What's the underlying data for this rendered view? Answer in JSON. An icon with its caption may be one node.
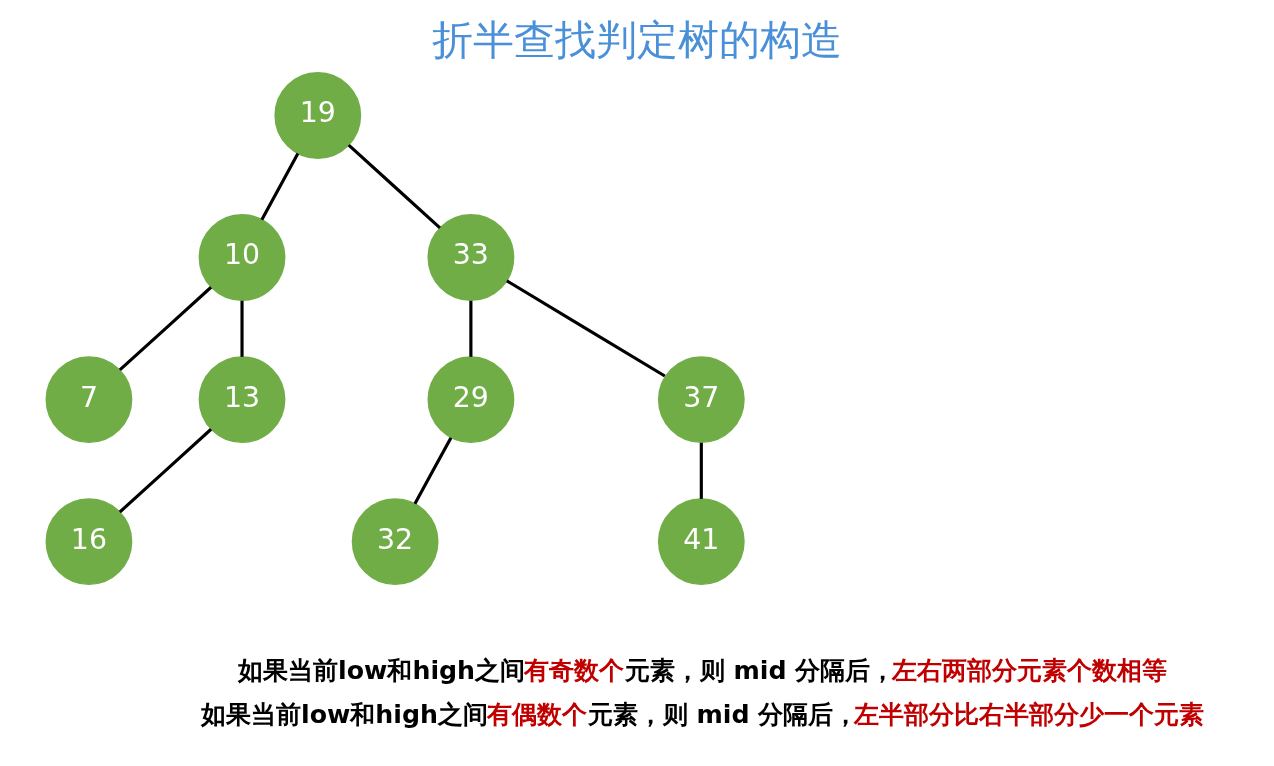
{
  "diagram": {
    "title": "折半查找判定树的构造",
    "nodes": [
      {
        "text": [
          "19"
        ]
      },
      {
        "text": [
          "10"
        ]
      },
      {
        "text": [
          "33"
        ]
      },
      {
        "text": [
          "7"
        ]
      },
      {
        "text": [
          "13"
        ]
      },
      {
        "text": [
          "29"
        ]
      },
      {
        "text": [
          "37"
        ]
      },
      {
        "text": [
          "16"
        ]
      },
      {
        "text": [
          "32"
        ]
      },
      {
        "text": [
          "41"
        ]
      }
    ],
    "edges": [
      {
        "from": 0,
        "to": 1,
        "arrow": "none"
      },
      {
        "from": 0,
        "to": 2,
        "arrow": "none"
      },
      {
        "from": 1,
        "to": 3,
        "arrow": "none"
      },
      {
        "from": 1,
        "to": 4,
        "arrow": "none"
      },
      {
        "from": 2,
        "to": 5,
        "arrow": "none"
      },
      {
        "from": 2,
        "to": 6,
        "arrow": "none"
      },
      {
        "from": 4,
        "to": 7,
        "arrow": "none"
      },
      {
        "from": 5,
        "to": 8,
        "arrow": "none"
      },
      {
        "from": 6,
        "to": 9,
        "arrow": "none"
      }
    ],
    "labels": [
      "如果当前low和high之间",
      "有奇数个",
      "元素，则 mid 分隔后，",
      "左右两部分元素个数相等",
      "如果当前low和high之间",
      "有偶数个",
      "元素，则 mid 分隔后，",
      "左半部分比右半部分少一个元素"
    ]
  }
}
